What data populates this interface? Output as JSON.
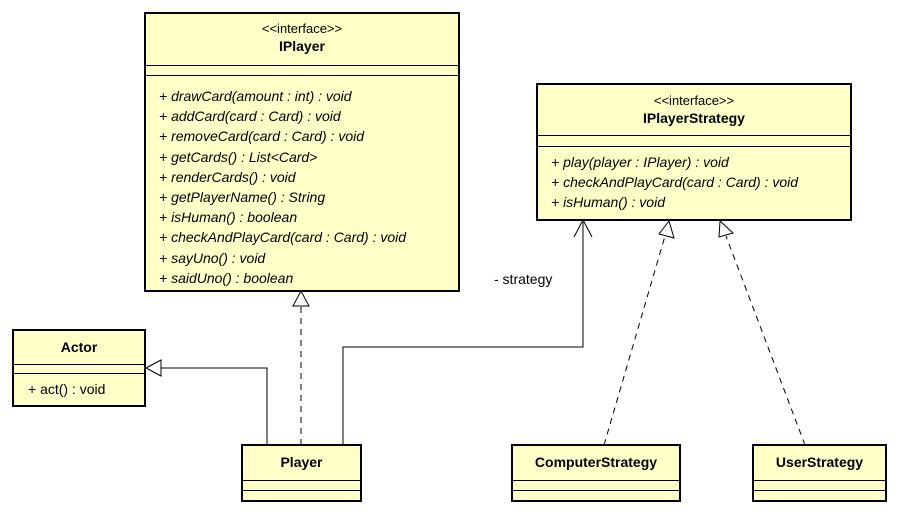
{
  "iplayer": {
    "stereotype": "<<interface>>",
    "name": "IPlayer",
    "operations": [
      "+ drawCard(amount : int) : void",
      "+ addCard(card : Card) : void",
      "+ removeCard(card : Card) : void",
      "+ getCards() : List<Card>",
      "+ renderCards() : void",
      "+ getPlayerName() : String",
      "+ isHuman() : boolean",
      "+ checkAndPlayCard(card : Card) : void",
      "+ sayUno() : void",
      "+ saidUno() : boolean"
    ]
  },
  "iplayerstrategy": {
    "stereotype": "<<interface>>",
    "name": "IPlayerStrategy",
    "operations": [
      "+ play(player : IPlayer) : void",
      "+ checkAndPlayCard(card : Card) : void",
      "+ isHuman() : void"
    ]
  },
  "actor": {
    "name": "Actor",
    "operations": [
      "+ act() : void"
    ]
  },
  "player": {
    "name": "Player"
  },
  "computerstrategy": {
    "name": "ComputerStrategy"
  },
  "userstrategy": {
    "name": "UserStrategy"
  },
  "association": {
    "label": "- strategy"
  }
}
